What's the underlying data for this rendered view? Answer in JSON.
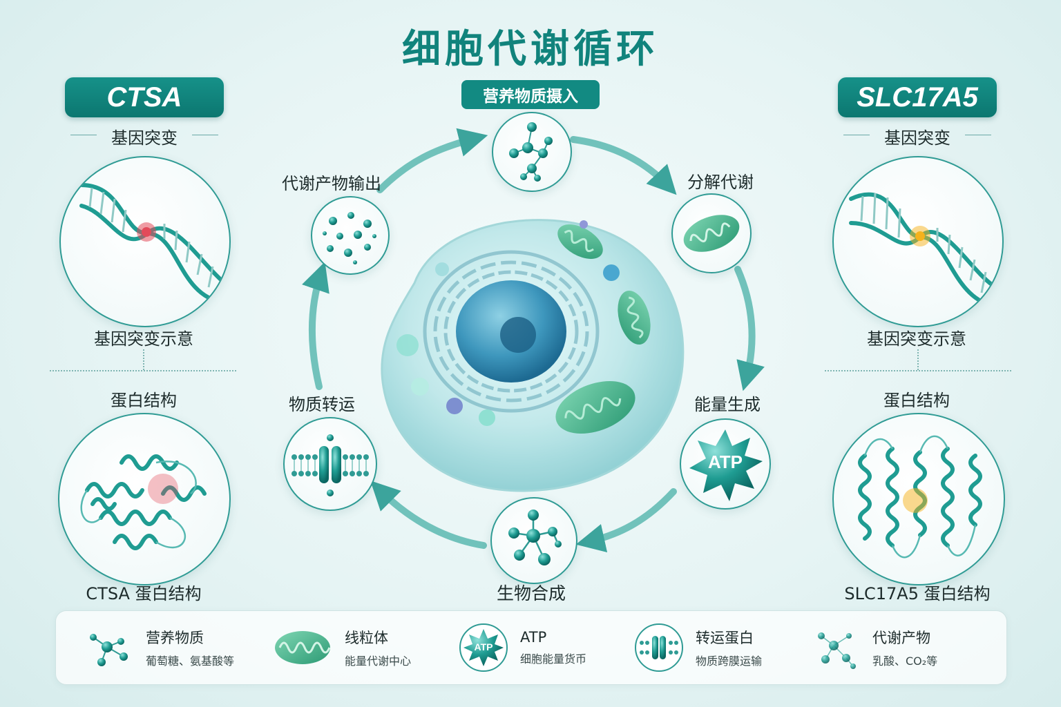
{
  "title": "细胞代谢循环",
  "left": {
    "gene": "CTSA",
    "mutation_heading": "基因突变",
    "mutation_caption": "基因突变示意",
    "protein_heading": "蛋白结构",
    "protein_caption": "CTSA 蛋白结构",
    "highlight_color": "#e24a5a"
  },
  "right": {
    "gene": "SLC17A5",
    "mutation_heading": "基因突变",
    "mutation_caption": "基因突变示意",
    "protein_heading": "蛋白结构",
    "protein_caption": "SLC17A5 蛋白结构",
    "highlight_color": "#f5b21c"
  },
  "cycle": {
    "steps": [
      {
        "label": "营养物质摄入",
        "icon": "molecule-icon"
      },
      {
        "label": "分解代谢",
        "icon": "mitochondria-icon"
      },
      {
        "label": "能量生成",
        "icon": "atp-icon"
      },
      {
        "label": "生物合成",
        "icon": "molecule-icon"
      },
      {
        "label": "物质转运",
        "icon": "transporter-icon"
      },
      {
        "label": "代谢产物输出",
        "icon": "particles-icon"
      }
    ],
    "atp_text": "ATP",
    "center_icon": "cell-icon"
  },
  "legend": [
    {
      "name": "营养物质",
      "desc": "葡萄糖、氨基酸等",
      "icon": "nutrient-icon"
    },
    {
      "name": "线粒体",
      "desc": "能量代谢中心",
      "icon": "mitochondria-icon"
    },
    {
      "name": "ATP",
      "desc": "细胞能量货币",
      "icon": "atp-icon",
      "badge": "ATP"
    },
    {
      "name": "转运蛋白",
      "desc": "物质跨膜运输",
      "icon": "transporter-icon"
    },
    {
      "name": "代谢产物",
      "desc": "乳酸、CO₂等",
      "icon": "metabolite-icon"
    }
  ],
  "colors": {
    "accent": "#11837c",
    "teal": "#2f9b94",
    "mito": "#3aa982"
  }
}
